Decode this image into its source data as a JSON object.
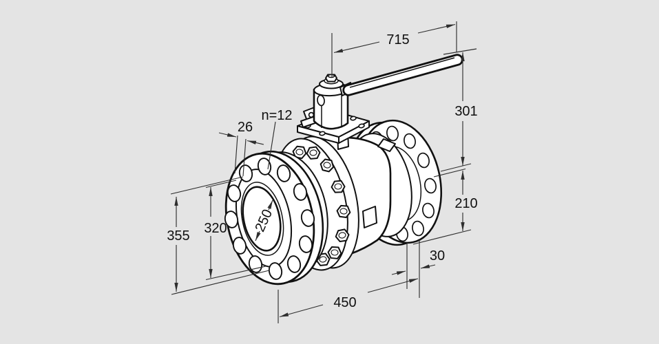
{
  "meta": {
    "drawing_type": "isometric dimensional drawing",
    "subject": "flanged ball valve with lever handle",
    "background_color": "#e4e4e4",
    "outline_color": "#111111",
    "dimension_line_color": "#2e2e2e"
  },
  "dims": {
    "handle_length": "715",
    "height_above_center": "301",
    "height_below_center": "210",
    "flange_od": "355",
    "bolt_circle_diameter": "320",
    "front_flange_thickness": "26",
    "bolt_count": "n=12",
    "bore_diameter": "250",
    "rear_flange_thickness": "30",
    "face_to_face": "450"
  }
}
